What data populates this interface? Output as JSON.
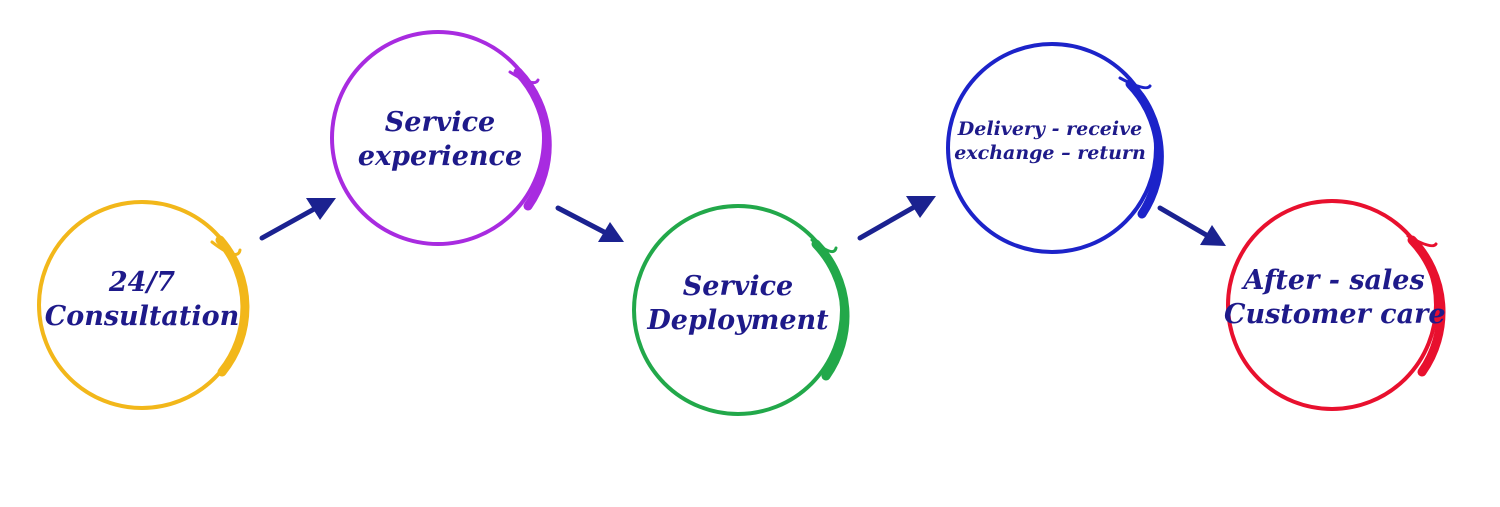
{
  "diagram": {
    "steps": [
      {
        "lines": [
          "24/7",
          "Consultation"
        ],
        "color": "#f2b71a"
      },
      {
        "lines": [
          "Service",
          "experience"
        ],
        "color": "#a82be0"
      },
      {
        "lines": [
          "Service",
          "Deployment"
        ],
        "color": "#22a84a"
      },
      {
        "lines": [
          "Delivery - receive",
          "exchange – return"
        ],
        "color": "#1c23c9"
      },
      {
        "lines": [
          "After - sales",
          "Customer care"
        ],
        "color": "#e8102e"
      }
    ],
    "arrow_color": "#1b2290"
  }
}
